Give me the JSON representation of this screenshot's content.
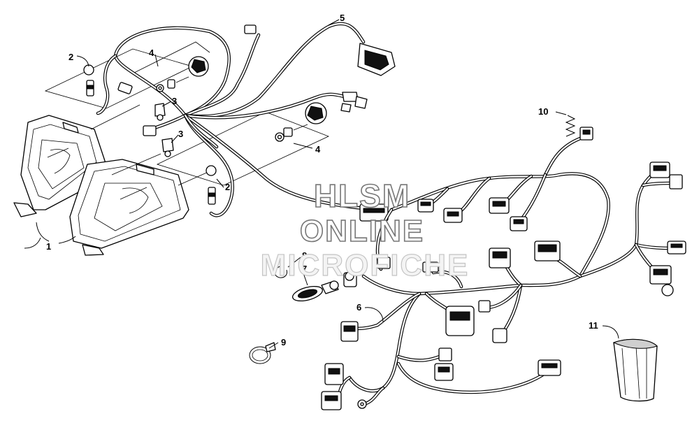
{
  "callouts": {
    "c1": "1",
    "c2a": "2",
    "c2b": "2",
    "c3a": "3",
    "c3b": "3",
    "c4a": "4",
    "c4b": "4",
    "c5": "5",
    "c6": "6",
    "c7": "7",
    "c8": "8",
    "c9": "9",
    "c10": "10",
    "c11": "11"
  },
  "watermark": {
    "line1": "HLSM",
    "line2": "ONLINE",
    "line3": "MICROFICHE"
  }
}
